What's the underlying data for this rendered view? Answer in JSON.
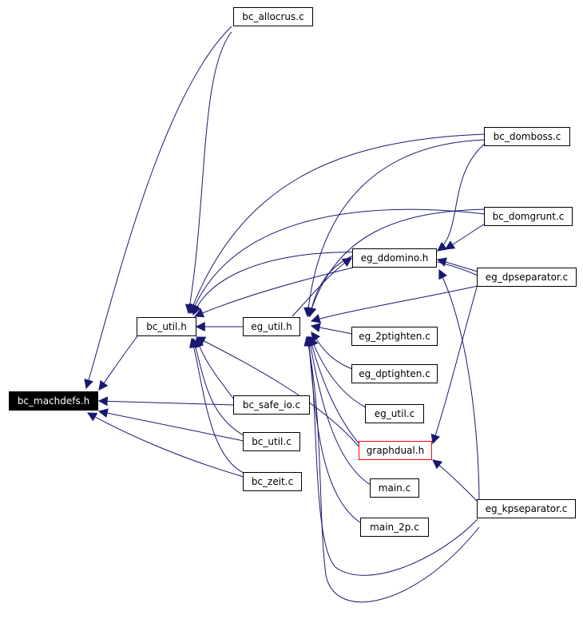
{
  "graph": {
    "edge_color": "#191970",
    "nodes": {
      "bc_machdefs_h": "bc_machdefs.h",
      "bc_allocrus_c": "bc_allocrus.c",
      "bc_util_h": "bc_util.h",
      "bc_domboss_c": "bc_domboss.c",
      "bc_domgrunt_c": "bc_domgrunt.c",
      "eg_ddomino_h": "eg_ddomino.h",
      "eg_dpseparator_c": "eg_dpseparator.c",
      "eg_util_h": "eg_util.h",
      "eg_2ptighten_c": "eg_2ptighten.c",
      "eg_dptighten_c": "eg_dptighten.c",
      "bc_safe_io_c": "bc_safe_io.c",
      "eg_util_c": "eg_util.c",
      "bc_util_c": "bc_util.c",
      "graphdual_h": "graphdual.h",
      "bc_zeit_c": "bc_zeit.c",
      "main_c": "main.c",
      "eg_kpseparator_c": "eg_kpseparator.c",
      "main_2p_c": "main_2p.c"
    }
  }
}
